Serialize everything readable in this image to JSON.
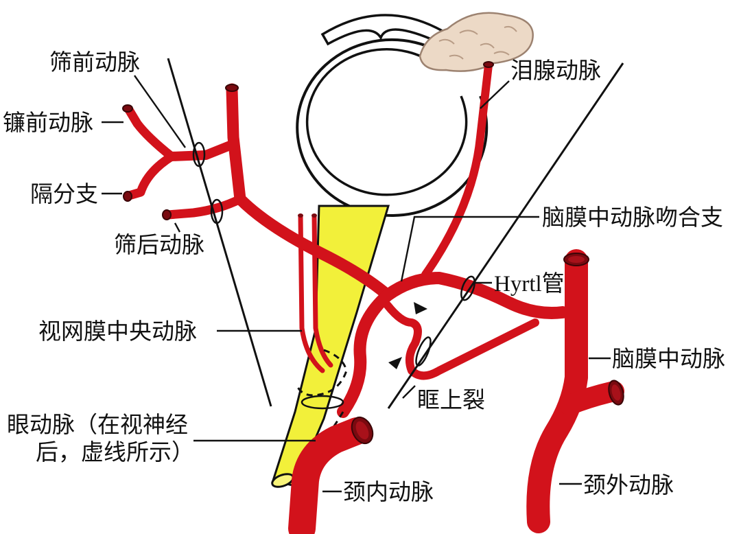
{
  "colors": {
    "artery": "#d2121b",
    "artery_outline": "#5a0b0e",
    "optic_nerve": "#f2f03a",
    "lacrimal_gland": "#ecd9c6",
    "outline": "#111111"
  },
  "labels": {
    "anterior_ethmoidal": "筛前动脉",
    "anterior_falcine": "镰前动脉",
    "septal_branch": "隔分支",
    "posterior_ethmoidal": "筛后动脉",
    "lacrimal": "泪腺动脉",
    "meningeal_anastomotic": "脑膜中动脉吻合支",
    "hyrtl": "Hyrtl管",
    "central_retinal": "视网膜中央动脉",
    "middle_meningeal": "脑膜中动脉",
    "sof": "眶上裂",
    "ophthalmic_line1": "眼动脉（在视神经",
    "ophthalmic_line2": "后，虚线所示）",
    "ica": "颈内动脉",
    "eca": "颈外动脉"
  }
}
